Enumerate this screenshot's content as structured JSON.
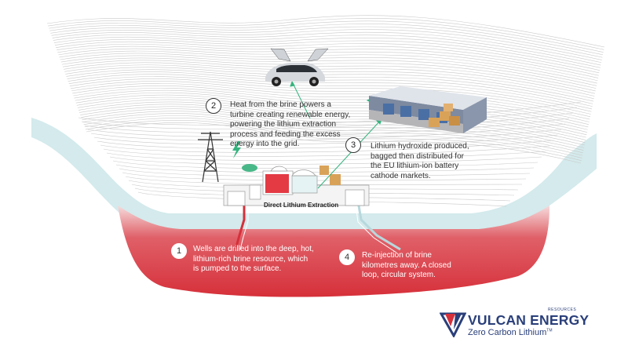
{
  "diagram": {
    "steps": [
      {
        "number": "1",
        "lines": [
          "Wells are drilled into the deep, hot,",
          "lithium-rich brine resource, which",
          "is pumped to the surface."
        ]
      },
      {
        "number": "2",
        "lines": [
          "Heat from the brine powers a",
          "turbine creating renewable energy,",
          "powering the lithium extraction",
          "process and feeding the excess",
          "energy into the grid."
        ]
      },
      {
        "number": "3",
        "lines": [
          "Lithium hydroxide produced,",
          "bagged then distributed for",
          "the EU lithium-ion battery",
          "cathode markets."
        ]
      },
      {
        "number": "4",
        "lines": [
          "Re-injection of brine",
          "kilometres away. A closed",
          "loop, circular system."
        ]
      }
    ],
    "plant_label": "Direct Lithium Extraction"
  },
  "brand": {
    "name": "VULCAN ENERGY",
    "small_caption": "RESOURCES",
    "tagline": "Zero Carbon Lithium",
    "tagline_mark": "TM"
  },
  "colors": {
    "brine_red": "#d6303a",
    "aquifer_blue": "#d4eaec",
    "arrow_green": "#36b37e",
    "brand_navy": "#2a3f7a",
    "brand_red": "#d6303a"
  },
  "icons": [
    "electric-car-icon",
    "warehouse-icon",
    "pylon-icon",
    "lightning-icon",
    "boxes-icon",
    "plant-icon",
    "vulcan-v-logo-icon"
  ]
}
